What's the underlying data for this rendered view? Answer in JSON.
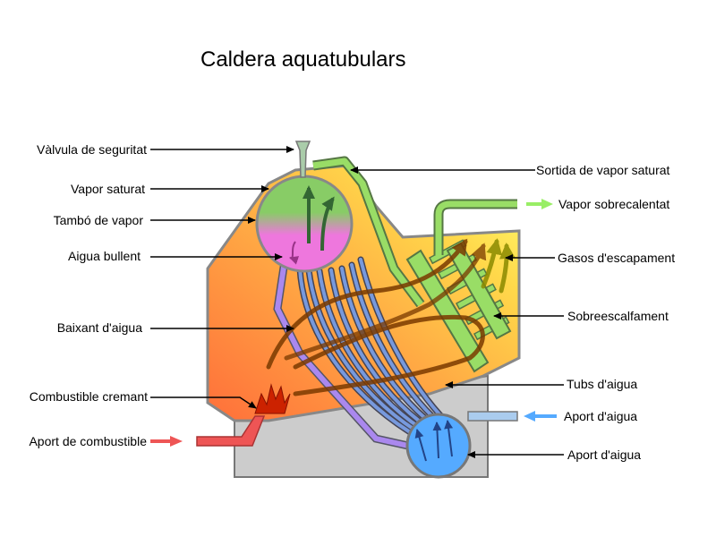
{
  "title": "Caldera aquatubulars",
  "labels": {
    "safety_valve": "Vàlvula de seguritat",
    "saturated_steam": "Vapor saturat",
    "steam_drum": "Tambó de vapor",
    "boiling_water": "Aigua bullent",
    "downcomer": "Baixant d'aigua",
    "burning_fuel": "Combustible cremant",
    "fuel_supply": "Aport de combustible",
    "saturated_steam_outlet": "Sortida de vapor saturat",
    "superheated_steam": "Vapor sobrecalentat",
    "exhaust_gases": "Gasos d'escapament",
    "superheater": "Sobreescalfament",
    "water_tubes": "Tubs d'aigua",
    "water_supply_1": "Aport d'aigua",
    "water_supply_2": "Aport d'aigua"
  },
  "colors": {
    "furnace_hot": "#ff7f3f",
    "furnace_warm": "#ffc040",
    "furnace_cool": "#ffff66",
    "casing": "#888888",
    "base": "#cccccc",
    "steam": "#88cc66",
    "boiling": "#ee77dd",
    "water": "#55aaff",
    "tubes": "#7799dd",
    "superheater": "#99dd66",
    "fuel": "#ee5555",
    "gas_arrow": "#7a3a00",
    "superheated_arrow": "#99ee66",
    "supply_arrow": "#55aaff"
  }
}
